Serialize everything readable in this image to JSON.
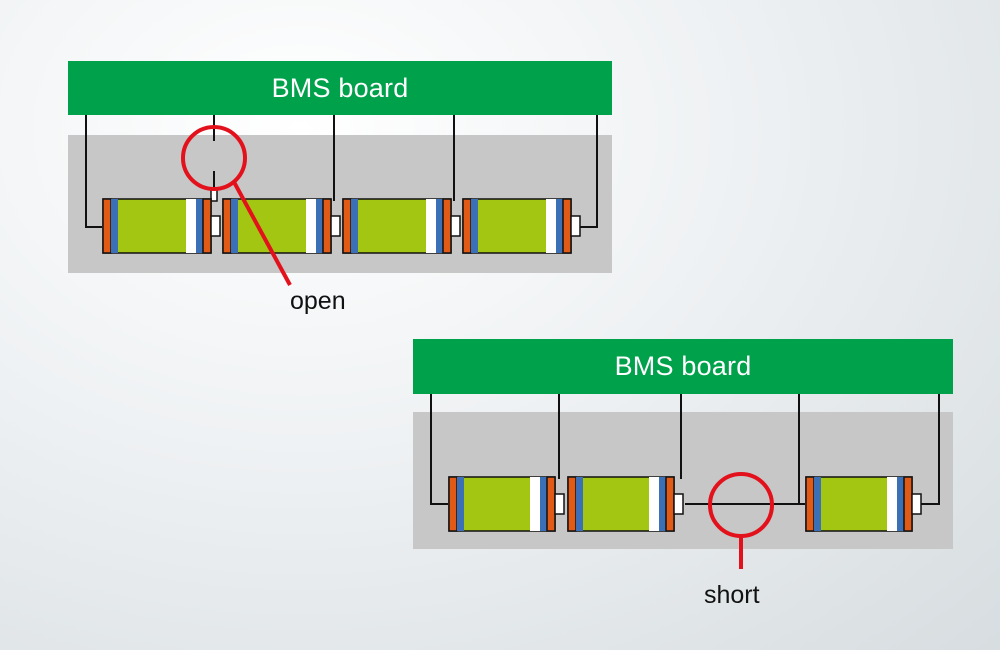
{
  "colors": {
    "board": "#00a14b",
    "board_text": "#ffffff",
    "housing": "#c6c7c6",
    "cell_body": "#a3c612",
    "cell_cap": "#e25b16",
    "cell_stripe": "#3b6fb6",
    "fault_ring": "#e3111c"
  },
  "diagrams": [
    {
      "board_label": "BMS board",
      "fault_label": "open",
      "fault_type": "open-circuit"
    },
    {
      "board_label": "BMS board",
      "fault_label": "short",
      "fault_type": "short-circuit"
    }
  ]
}
